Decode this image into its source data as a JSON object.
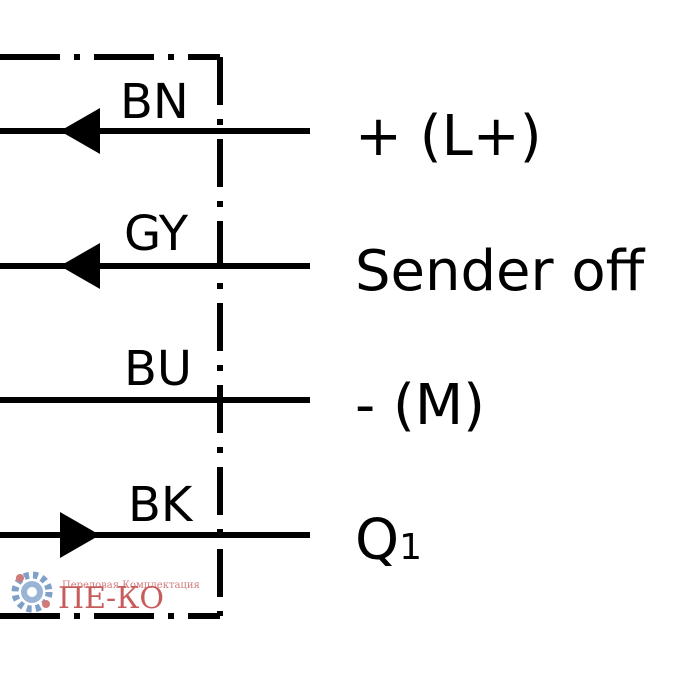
{
  "colors": {
    "line": "#000000",
    "background": "#ffffff",
    "watermark_text": "#c75c5c",
    "watermark_gear": "#7fa0c8"
  },
  "wires": [
    {
      "color_code": "BN",
      "terminal": "+ (L+)",
      "arrow": "left"
    },
    {
      "color_code": "GY",
      "terminal": "Sender off",
      "arrow": "left"
    },
    {
      "color_code": "BU",
      "terminal": "- (M)",
      "arrow": "none"
    },
    {
      "color_code": "BK",
      "terminal": "Q",
      "terminal_subscript": "1",
      "arrow": "right"
    }
  ],
  "watermark": {
    "tagline": "Передовая Комплектация",
    "brand": "ПЕ-КО",
    "icon": "gear-icon"
  }
}
